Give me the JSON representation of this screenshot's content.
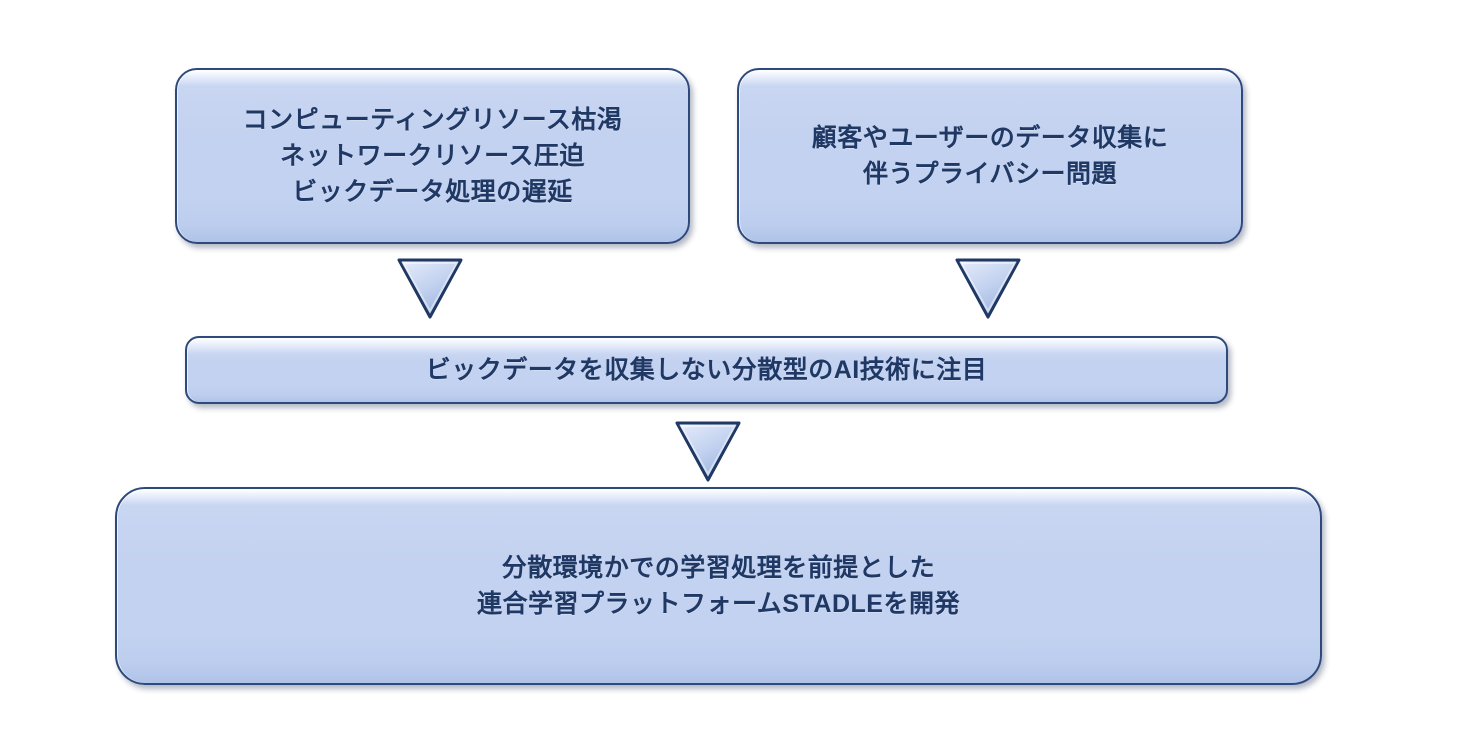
{
  "diagram": {
    "title": "STADLE federated learning rationale flow",
    "background_color": "#ffffff",
    "node_fill_color": "#c3d2f0",
    "node_border_color": "#2e4a7d",
    "text_color": "#1f3864",
    "arrow_fill_color": "#c3d2f0",
    "arrow_border_color": "#1f3864"
  },
  "nodes": {
    "compute": {
      "id": "compute-constraints",
      "text": "コンピューティングリソース枯渇\nネットワークリソース圧迫\nビックデータ処理の遅延",
      "lines": [
        "コンピューティングリソース枯渇",
        "ネットワークリソース圧迫",
        "ビックデータ処理の遅延"
      ]
    },
    "privacy": {
      "id": "privacy-concerns",
      "text": "顧客やユーザーのデータ収集に\n伴うプライバシー問題",
      "lines": [
        "顧客やユーザーのデータ収集に",
        "伴うプライバシー問題"
      ]
    },
    "focus": {
      "id": "distributed-ai-focus",
      "text": "ビックデータを収集しない分散型のAI技術に注目",
      "lines": [
        "ビックデータを収集しない分散型のAI技術に注目"
      ]
    },
    "stadle": {
      "id": "stadle-platform",
      "text": "分散環境かでの学習処理を前提とした\n連合学習プラットフォームSTADLEを開発",
      "lines": [
        "分散環境かでの学習処理を前提とした",
        "連合学習プラットフォームSTADLEを開発"
      ]
    }
  },
  "arrows": [
    {
      "id": "arrow-compute-to-focus",
      "direction": "down",
      "from": "compute",
      "to": "focus"
    },
    {
      "id": "arrow-privacy-to-focus",
      "direction": "down",
      "from": "privacy",
      "to": "focus"
    },
    {
      "id": "arrow-focus-to-stadle",
      "direction": "down",
      "from": "focus",
      "to": "stadle"
    }
  ]
}
